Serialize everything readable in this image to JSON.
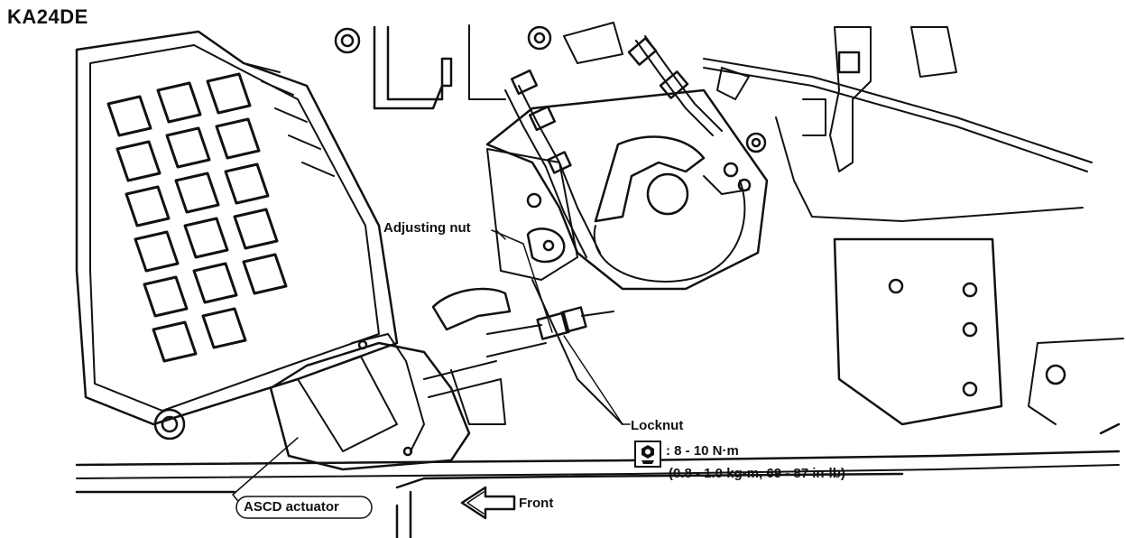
{
  "diagram": {
    "title": "KA24DE",
    "labels": {
      "adjusting_nut": "Adjusting nut",
      "locknut": "Locknut",
      "torque_primary": ": 8 - 10 N·m",
      "torque_secondary": "(0.8 - 1.0 kg-m, 69 - 87 in-lb)",
      "actuator": "ASCD actuator",
      "front": "Front"
    },
    "icons": [
      "torque-wrench-icon",
      "front-arrow-icon"
    ],
    "colors": {
      "line": "#111111",
      "background": "#ffffff"
    }
  }
}
